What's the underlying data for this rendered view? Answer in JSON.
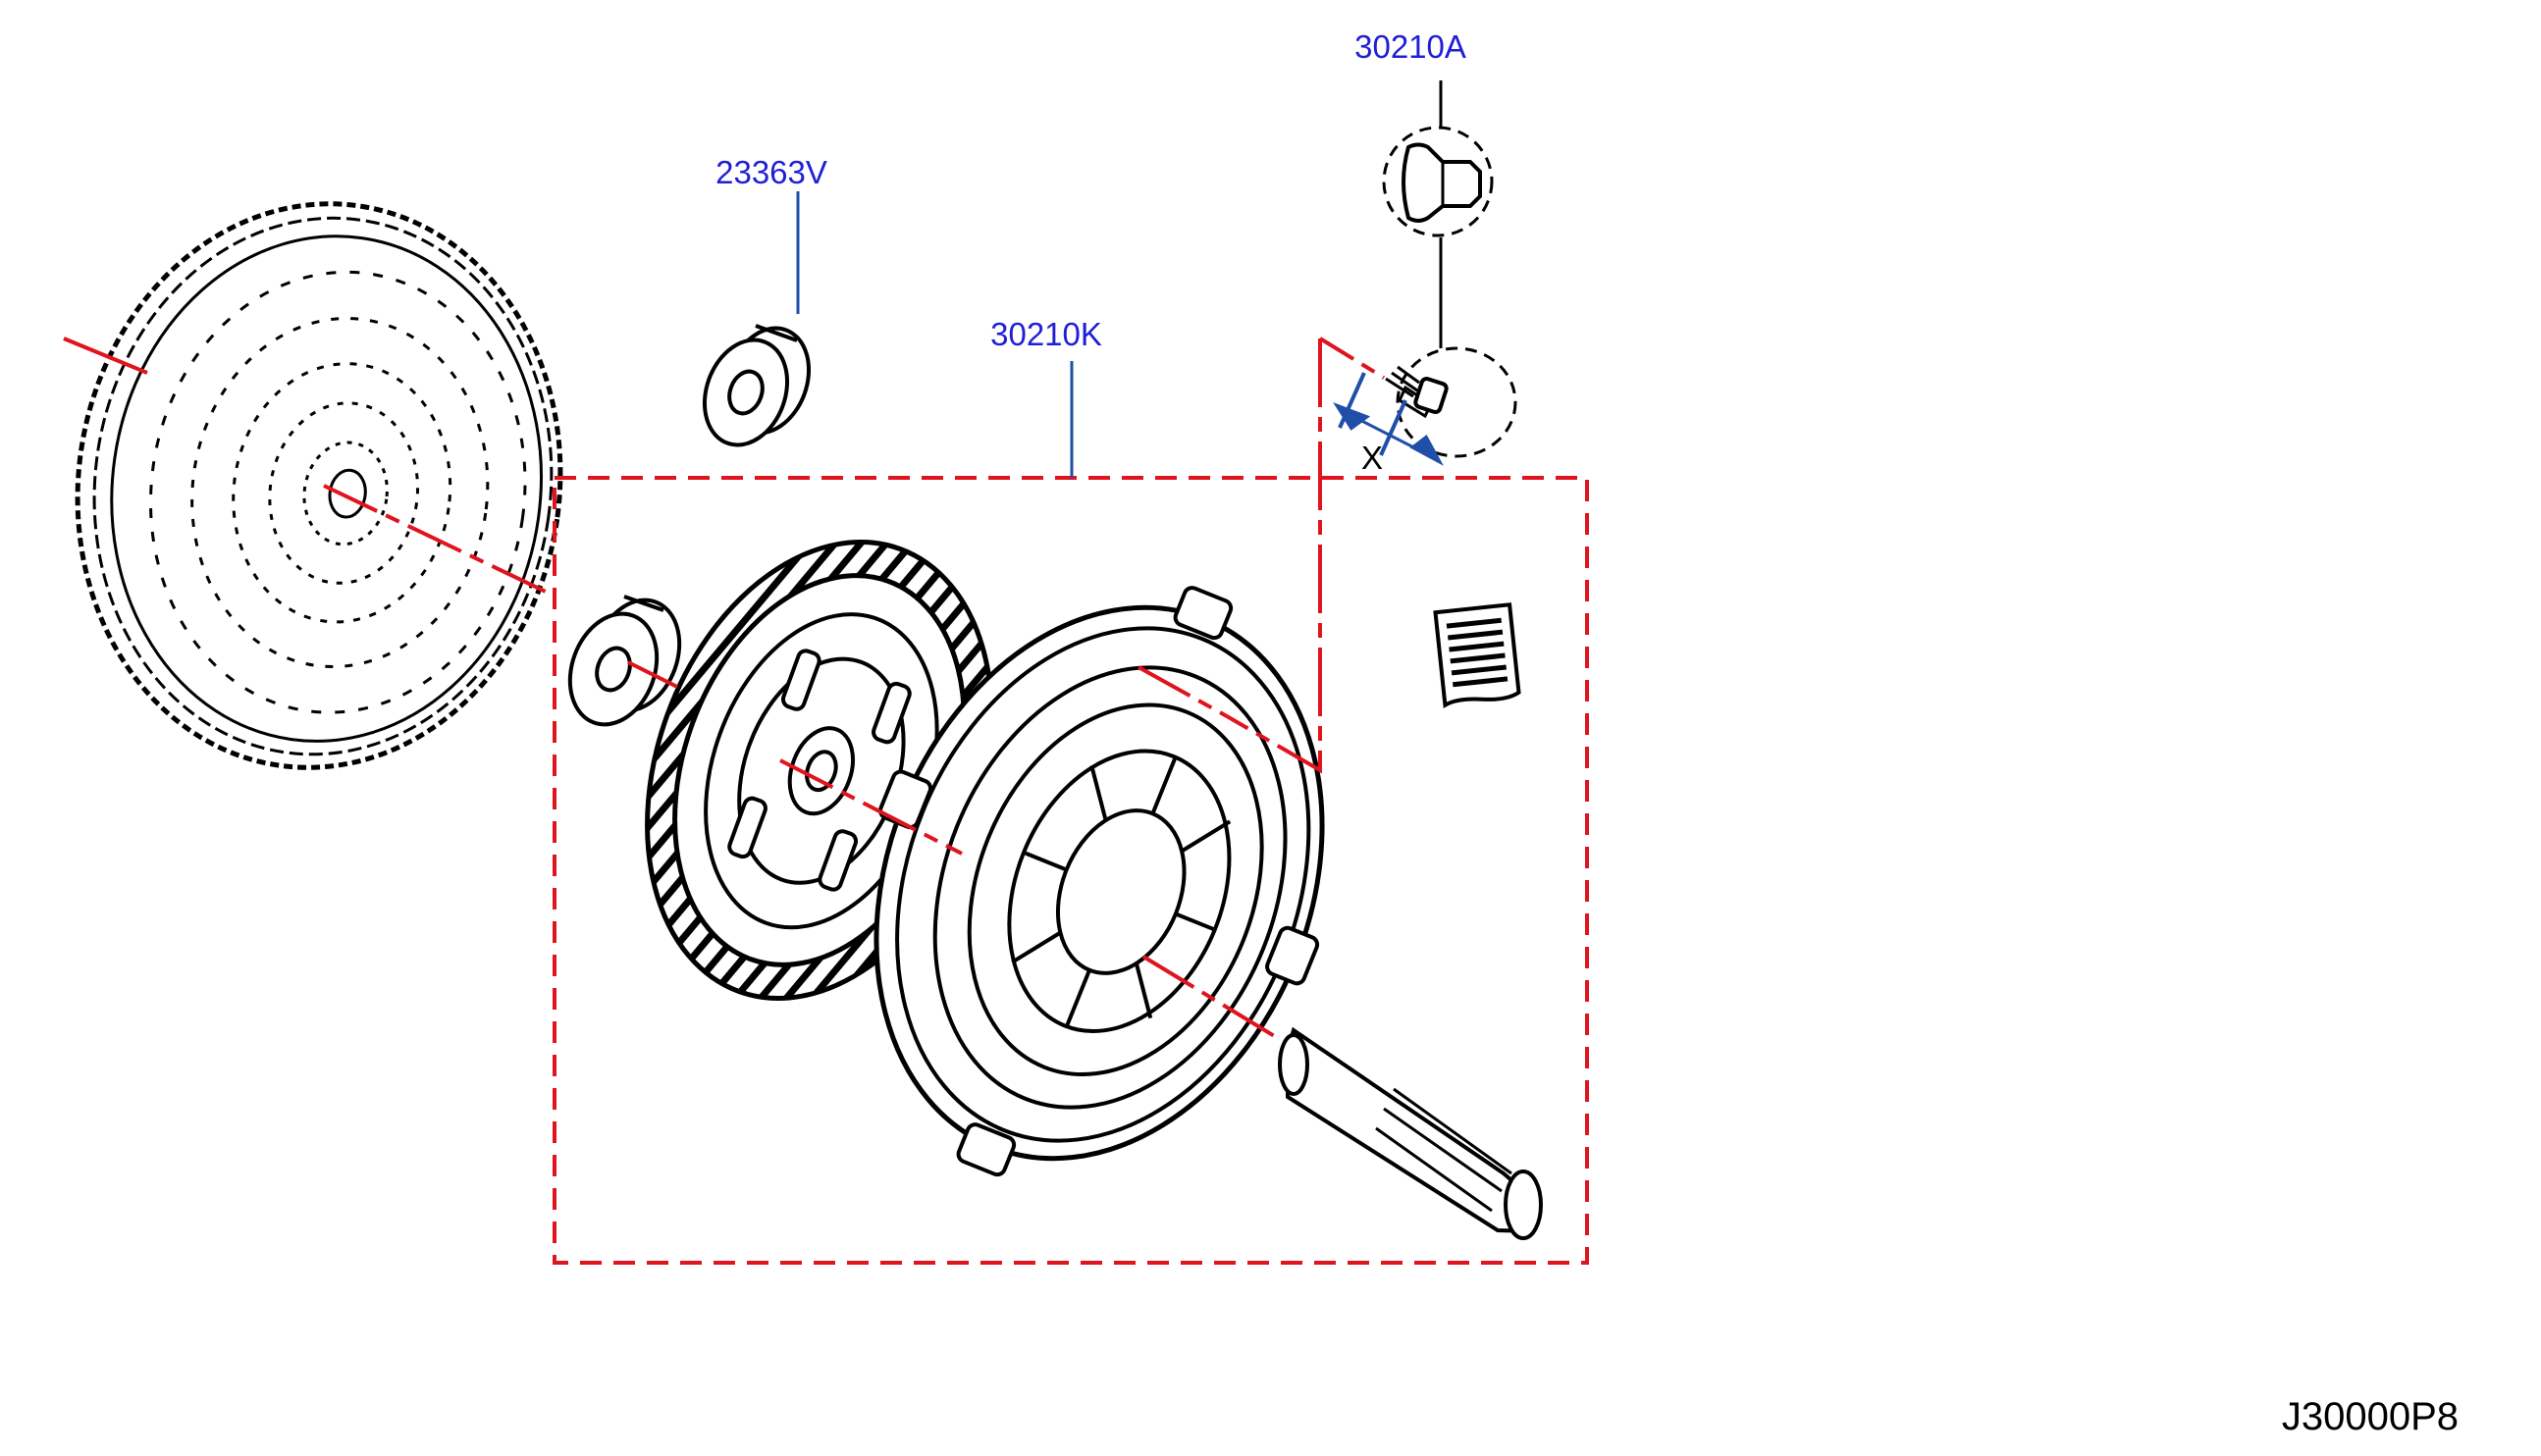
{
  "diagram": {
    "id": "J30000P8",
    "measure_mark": "X",
    "part_numbers": {
      "pilot_bushing": "23363V",
      "clutch_kit": "30210K",
      "clutch_bolt": "30210A"
    }
  },
  "colors": {
    "callout_text": "#1f1fd6",
    "leader": "#1f4fa8",
    "center_line": "#e0141e",
    "drawing": "#000000",
    "background": "#ffffff"
  }
}
